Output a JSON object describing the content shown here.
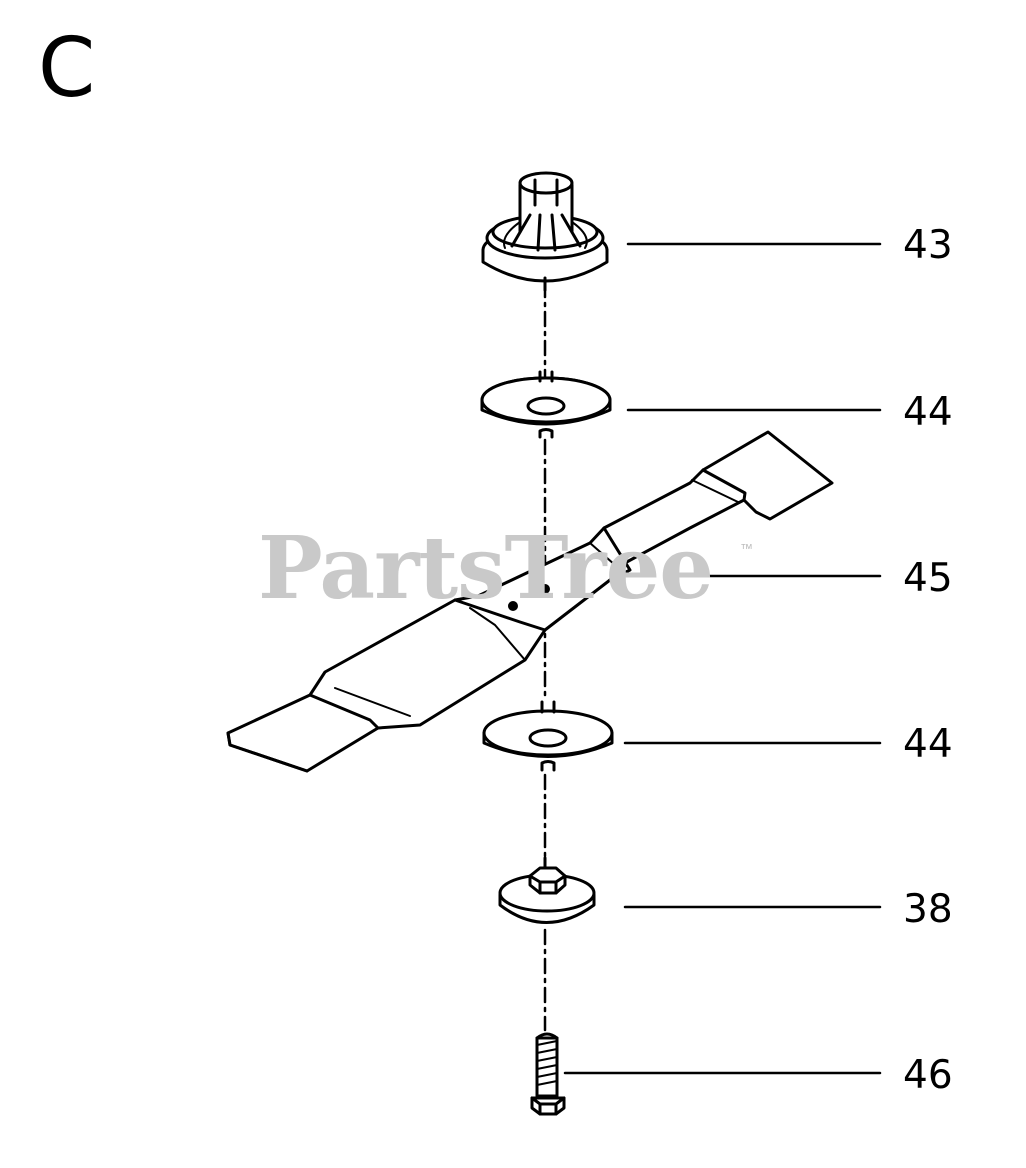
{
  "section_label": "C",
  "watermark": {
    "text": "PartsTree",
    "trademark": "™"
  },
  "callouts": [
    {
      "number": "43",
      "part": "blade-adapter"
    },
    {
      "number": "44",
      "part": "upper-washer"
    },
    {
      "number": "45",
      "part": "blade"
    },
    {
      "number": "44",
      "part": "lower-washer"
    },
    {
      "number": "38",
      "part": "washer-nut"
    },
    {
      "number": "46",
      "part": "bolt"
    }
  ]
}
